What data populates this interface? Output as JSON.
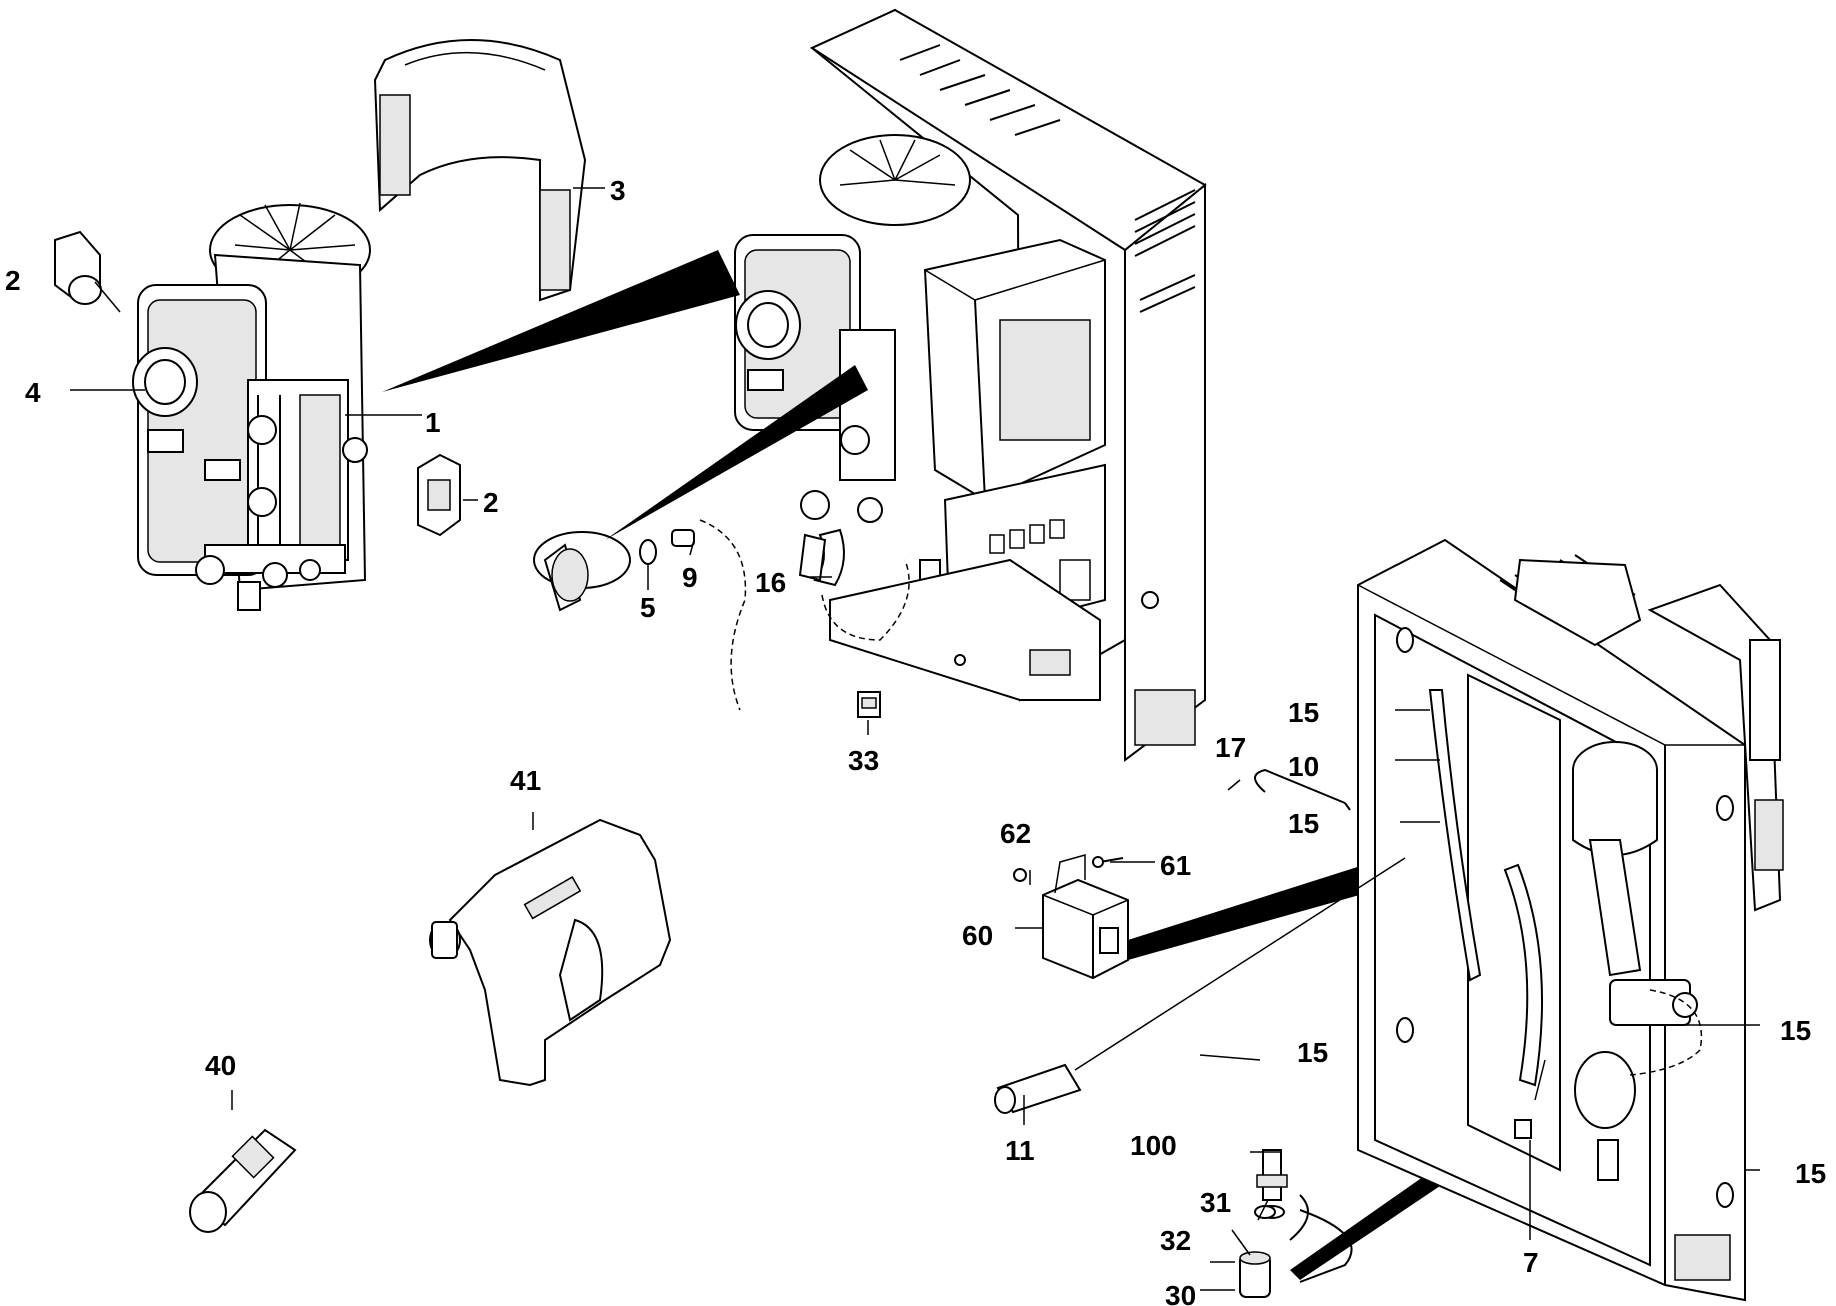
{
  "callouts": {
    "c1": "1",
    "c2a": "2",
    "c2b": "2",
    "c3": "3",
    "c4": "4",
    "c5": "5",
    "c7": "7",
    "c9": "9",
    "c10": "10",
    "c11": "11",
    "c15a": "15",
    "c15b": "15",
    "c15c": "15",
    "c15d": "15",
    "c15e": "15",
    "c16": "16",
    "c17": "17",
    "c30": "30",
    "c31": "31",
    "c32": "32",
    "c33": "33",
    "c40": "40",
    "c41": "41",
    "c60": "60",
    "c61": "61",
    "c62": "62",
    "c100": "100"
  }
}
